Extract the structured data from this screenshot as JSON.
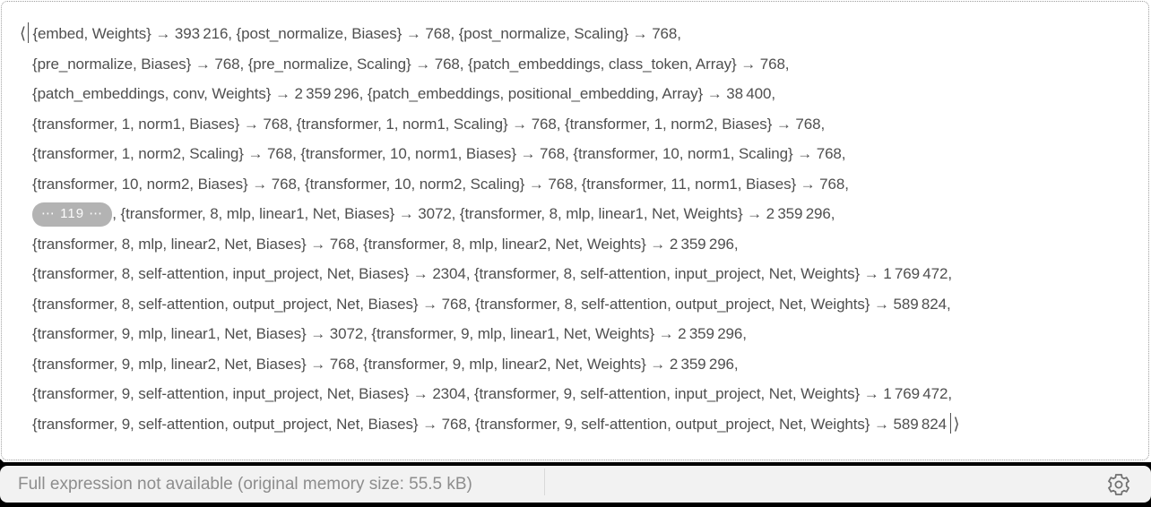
{
  "expression": {
    "open_bracket": "⟨",
    "close_bracket": "⟩",
    "elision_badge": "⋯ 119 ⋯",
    "lines": [
      "{embed, Weights} → 393 216, {post_normalize, Biases} → 768, {post_normalize, Scaling} → 768,",
      "{pre_normalize, Biases} → 768, {pre_normalize, Scaling} → 768, {patch_embeddings, class_token, Array} → 768,",
      "{patch_embeddings, conv, Weights} → 2 359 296, {patch_embeddings, positional_embedding, Array} → 38 400,",
      "{transformer, 1, norm1, Biases} → 768, {transformer, 1, norm1, Scaling} → 768, {transformer, 1, norm2, Biases} → 768,",
      "{transformer, 1, norm2, Scaling} → 768, {transformer, 10, norm1, Biases} → 768, {transformer, 10, norm1, Scaling} → 768,",
      "{transformer, 10, norm2, Biases} → 768, {transformer, 10, norm2, Scaling} → 768, {transformer, 11, norm1, Biases} → 768,",
      ", {transformer, 8, mlp, linear1, Net, Biases} → 3072, {transformer, 8, mlp, linear1, Net, Weights} → 2 359 296,",
      "{transformer, 8, mlp, linear2, Net, Biases} → 768, {transformer, 8, mlp, linear2, Net, Weights} → 2 359 296,",
      "{transformer, 8, self-attention, input_project, Net, Biases} → 2304, {transformer, 8, self-attention, input_project, Net, Weights} → 1 769 472,",
      "{transformer, 8, self-attention, output_project, Net, Biases} → 768, {transformer, 8, self-attention, output_project, Net, Weights} → 589 824,",
      "{transformer, 9, mlp, linear1, Net, Biases} → 3072, {transformer, 9, mlp, linear1, Net, Weights} → 2 359 296,",
      "{transformer, 9, mlp, linear2, Net, Biases} → 768, {transformer, 9, mlp, linear2, Net, Weights} → 2 359 296,",
      "{transformer, 9, self-attention, input_project, Net, Biases} → 2304, {transformer, 9, self-attention, input_project, Net, Weights} → 1 769 472,",
      "{transformer, 9, self-attention, output_project, Net, Biases} → 768, {transformer, 9, self-attention, output_project, Net, Weights} → 589 824"
    ]
  },
  "status_bar": {
    "message": "Full expression not available (original memory size: 55.5 kB)",
    "icon": "gear-icon"
  },
  "colors": {
    "expression_text": "#4f4f4f",
    "dashed_frame": "#9f9f9f",
    "elision_badge_bg": "#b3b3b3",
    "elision_badge_text": "#fcfcfc",
    "status_bar_bg": "#f2f2f2",
    "status_text": "#8d8d8d",
    "divider_black": "#000000",
    "gear_stroke": "#707070"
  }
}
